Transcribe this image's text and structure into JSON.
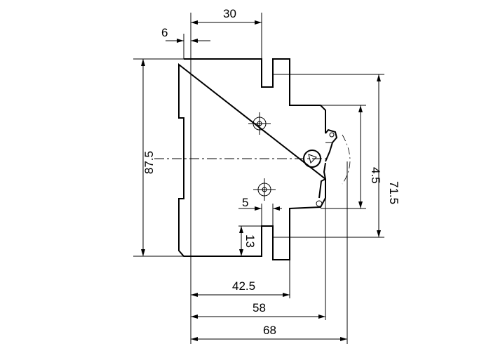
{
  "dimensions": {
    "top_width": "30",
    "front_offset": "6",
    "total_height": "87.5",
    "mounting_height": "71.5",
    "terminal_height": "4.5",
    "slot_width": "5",
    "slot_depth": "13",
    "depth_to_step": "42.5",
    "depth_to_front": "58",
    "depth_overall": "68"
  }
}
